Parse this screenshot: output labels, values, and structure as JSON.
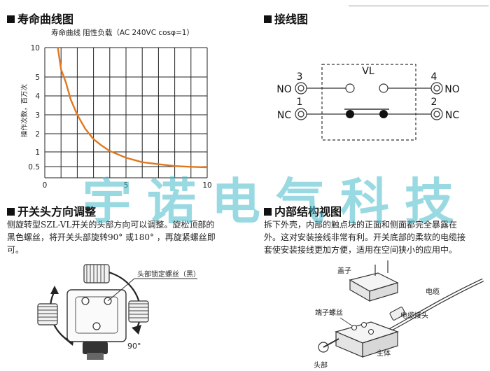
{
  "sections": {
    "life_curve": {
      "title": "寿命曲线图"
    },
    "wiring": {
      "title": "接线图"
    },
    "head_direction": {
      "title": "开关头方向调整",
      "text_lines": [
        "侧旋转型SZL-VL开关的头部方向可以调整。旋松顶部的",
        "黑色螺丝，将开关头部旋转90° 或180° ，再旋紧螺丝即",
        "可。"
      ]
    },
    "internal": {
      "title": "内部结构视图",
      "text_lines": [
        "拆下外壳，内部的触点块的正面和侧面都完全暴露在",
        "外。这对安装接线非常有利。开关底部的柔软的电缆接",
        "套使安装接线更加方便，适用在空间狭小的应用中。"
      ]
    }
  },
  "chart_data": {
    "type": "line",
    "title": "寿命曲线  阻性负载（AC 240VC cosφ=1）",
    "ylabel": "操作次数，百万次",
    "xlabel": "",
    "x_ticks": [
      "0",
      "5",
      "10"
    ],
    "y_ticks": [
      "0.5",
      "1",
      "2",
      "3",
      "4",
      "5",
      "10"
    ],
    "xlim": [
      0,
      10
    ],
    "grid": true,
    "series": [
      {
        "name": "",
        "color": "#e07820",
        "x": [
          0.8,
          1.0,
          1.3,
          1.6,
          2.0,
          2.5,
          3.0,
          3.5,
          4.0,
          5.0,
          6.0,
          7.0,
          8.0,
          9.0,
          10.0
        ],
        "y": [
          10,
          6.3,
          4.7,
          3.8,
          3.0,
          2.25,
          1.7,
          1.35,
          1.05,
          0.8,
          0.65,
          0.58,
          0.52,
          0.49,
          0.47
        ]
      }
    ]
  },
  "wiring": {
    "center_label": "VL",
    "terminals": [
      {
        "number": "3",
        "label": "NO"
      },
      {
        "number": "4",
        "label": "NO"
      },
      {
        "number": "1",
        "label": "NC"
      },
      {
        "number": "2",
        "label": "NC"
      }
    ]
  },
  "head_figure": {
    "callout": "头部锁定螺丝（黑）",
    "angle_label": "90°"
  },
  "internal_figure": {
    "labels": {
      "cover": "盖子",
      "cable": "电缆",
      "terminal_screw": "端子螺丝",
      "cable_connector": "电缆接头",
      "body": "主体",
      "head": "头部"
    }
  },
  "watermark": "宇诺电气科技",
  "colors": {
    "curve": "#e07820",
    "watermark": "#46b9c8",
    "ink": "#222222"
  }
}
